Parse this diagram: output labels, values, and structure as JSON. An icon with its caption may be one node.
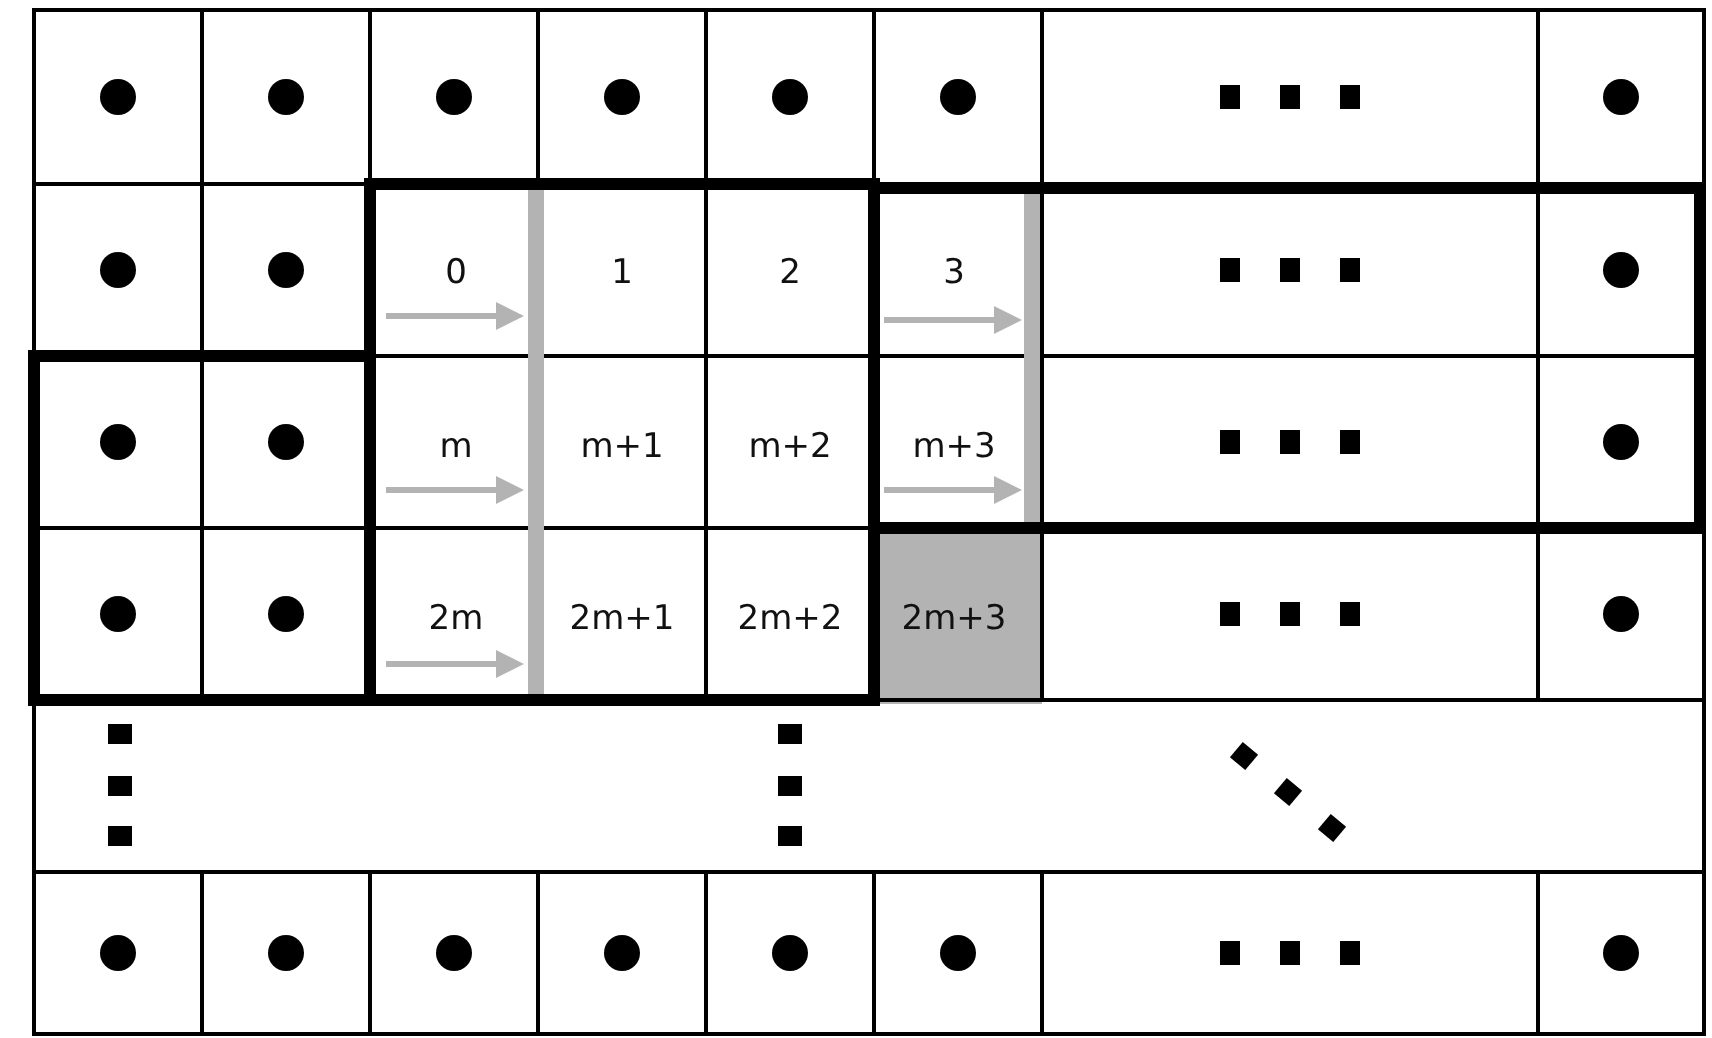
{
  "diagram": {
    "labels": [
      "0",
      "1",
      "2",
      "3",
      "m",
      "m+1",
      "m+2",
      "m+3",
      "2m",
      "2m+1",
      "2m+2",
      "2m+3"
    ]
  }
}
